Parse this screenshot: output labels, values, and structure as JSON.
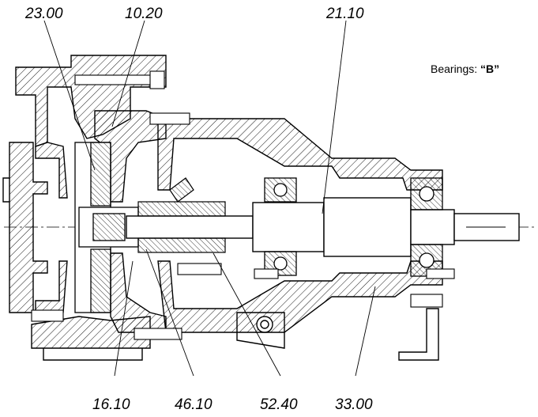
{
  "callouts": {
    "c2300": "23.00",
    "c1020": "10.20",
    "c2110": "21.10",
    "c1610": "16.10",
    "c4610": "46.10",
    "c5240": "52.40",
    "c3300": "33.00"
  },
  "bearings_note": {
    "label": "Bearings: ",
    "value": "“B”"
  }
}
